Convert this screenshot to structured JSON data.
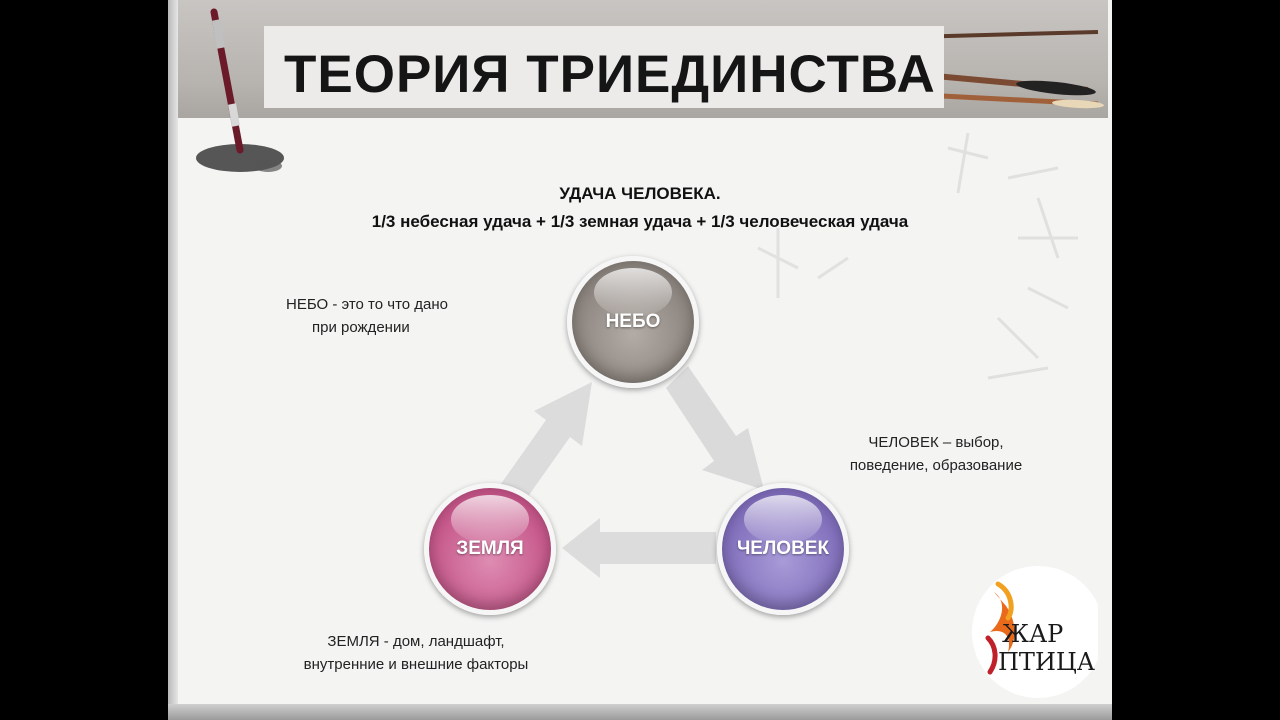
{
  "slide": {
    "title": "ТЕОРИЯ ТРИЕДИНСТВА",
    "subtitle_line1": "УДАЧА ЧЕЛОВЕКА.",
    "subtitle_line2": "1/3 небесная удача + 1/3 земная удача + 1/3 человеческая удача"
  },
  "diagram": {
    "nodes": {
      "nebo": {
        "label": "НЕБО",
        "color": "#8f8781"
      },
      "zemlya": {
        "label": "ЗЕМЛЯ",
        "color": "#c75a8c"
      },
      "chelovek": {
        "label": "ЧЕЛОВЕК",
        "color": "#8371bd"
      }
    },
    "notes": {
      "nebo_line1": "НЕБО - это то что дано",
      "nebo_line2": "при рождении",
      "chelovek_line1": "ЧЕЛОВЕК – выбор,",
      "chelovek_line2": "поведение, образование",
      "zemlya_line1": "ЗЕМЛЯ -  дом, ландшафт,",
      "zemlya_line2": "внутренние и внешние факторы"
    },
    "arrow_color": "#d9d9d9"
  },
  "logo": {
    "line1": "ЖАР",
    "line2": "ПТИЦА"
  }
}
